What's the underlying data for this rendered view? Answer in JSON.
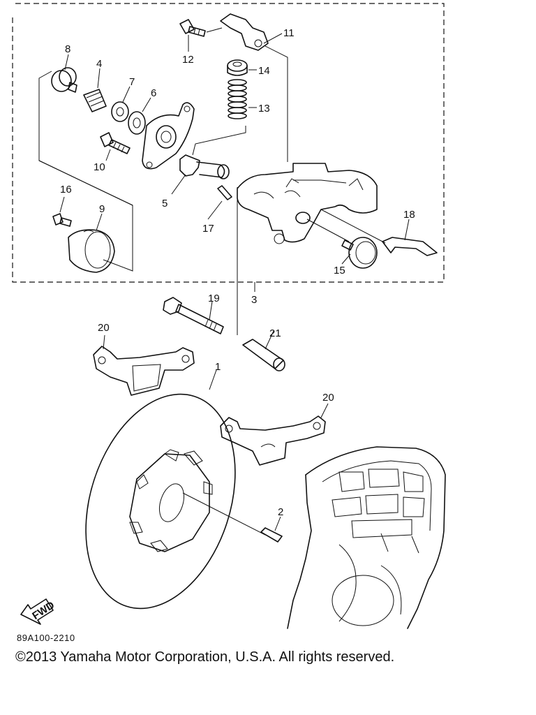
{
  "diagram": {
    "ref_code": "89A100-2210",
    "copyright": "©2013 Yamaha Motor Corporation, U.S.A. All rights reserved.",
    "fwd_label": "FWD",
    "callouts": {
      "c1": "1",
      "c2": "2",
      "c3": "3",
      "c4": "4",
      "c5": "5",
      "c6": "6",
      "c7": "7",
      "c8": "8",
      "c9": "9",
      "c10": "10",
      "c11": "11",
      "c12": "12",
      "c13": "13",
      "c14": "14",
      "c15": "15",
      "c16": "16",
      "c17": "17",
      "c18": "18",
      "c19": "19",
      "c20a": "20",
      "c20b": "20",
      "c21": "21"
    }
  }
}
